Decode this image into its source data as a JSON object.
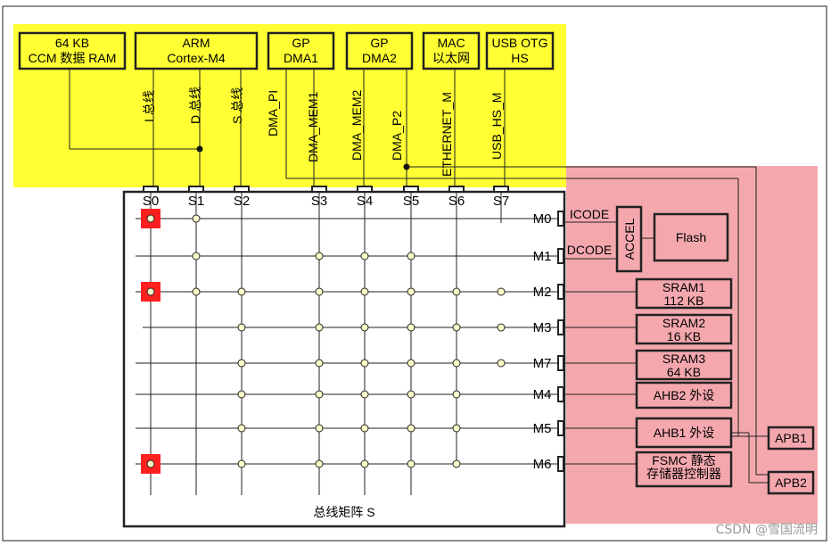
{
  "title": "总线矩阵 S",
  "watermark": "CSDN @雪国流明",
  "colors": {
    "master_zone": "#ffff33",
    "slave_zone": "#f4a8ae",
    "frame": "#222222",
    "junction_fill": "#ffffcc",
    "active_junction": "#ff2020"
  },
  "masters": [
    {
      "id": "ccm",
      "line1": "64 KB",
      "line2": "CCM 数据 RAM"
    },
    {
      "id": "cortex",
      "line1": "ARM",
      "line2": "Cortex-M4"
    },
    {
      "id": "dma1",
      "line1": "GP",
      "line2": "DMA1"
    },
    {
      "id": "dma2",
      "line1": "GP",
      "line2": "DMA2"
    },
    {
      "id": "mac",
      "line1": "MAC",
      "line2": "以太网"
    },
    {
      "id": "otg",
      "line1": "USB OTG",
      "line2": "HS"
    }
  ],
  "bus_signals": [
    "I 总线",
    "D 总线",
    "S 总线",
    "DMA_PI",
    "DMA_MEM1",
    "DMA_MEM2",
    "DMA_P2",
    "ETHERNET_M",
    "USB_HS_M"
  ],
  "slave_ports": [
    "S0",
    "S1",
    "S2",
    "S3",
    "S4",
    "S5",
    "S6",
    "S7"
  ],
  "master_ports": [
    "M0",
    "M1",
    "M2",
    "M3",
    "M7",
    "M4",
    "M5",
    "M6"
  ],
  "accel_signals": [
    "ICODE",
    "DCODE"
  ],
  "accel_label": "ACCEL",
  "slaves": [
    {
      "id": "flash",
      "line1": "Flash",
      "line2": ""
    },
    {
      "id": "sram1",
      "line1": "SRAM1",
      "line2": "112 KB"
    },
    {
      "id": "sram2",
      "line1": "SRAM2",
      "line2": "16 KB"
    },
    {
      "id": "sram3",
      "line1": "SRAM3",
      "line2": "64 KB"
    },
    {
      "id": "ahb2",
      "line1": "AHB2 外设",
      "line2": ""
    },
    {
      "id": "ahb1",
      "line1": "AHB1 外设",
      "line2": ""
    },
    {
      "id": "fsmc",
      "line1": "FSMC 静态",
      "line2": "存储器控制器"
    }
  ],
  "apb_bridges": [
    "APB1",
    "APB2"
  ]
}
